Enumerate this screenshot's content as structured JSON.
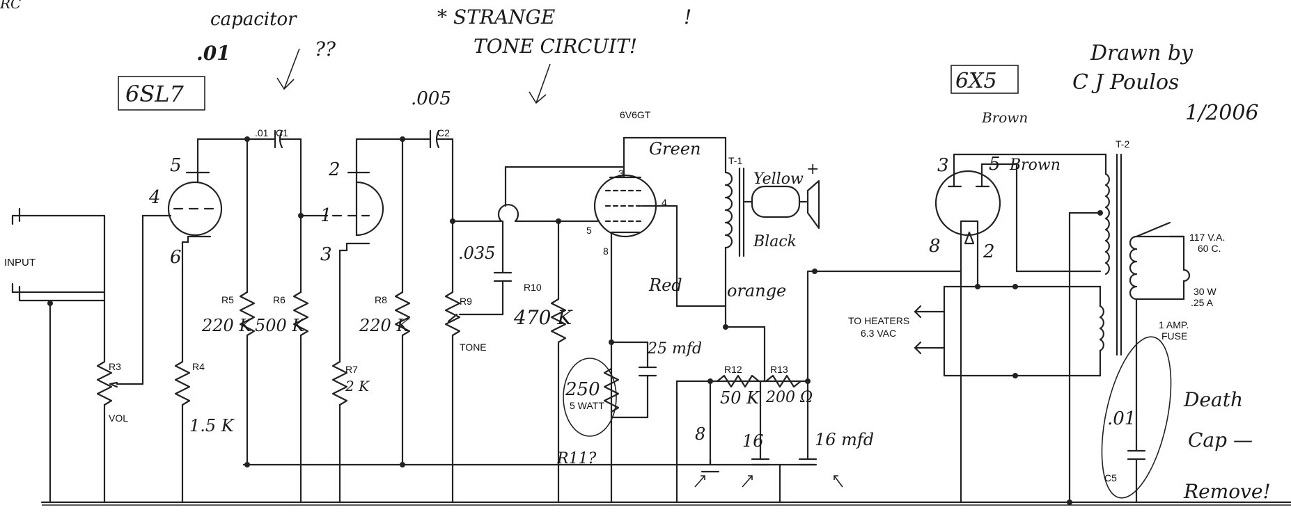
{
  "colors": {
    "ink": "#222222",
    "paper": "#ffffff"
  },
  "notes": {
    "corner": "RC",
    "capacitor_note": "capacitor",
    "cap_value": ".01",
    "question": "??",
    "strange_line1": "* STRANGE",
    "strange_line2": "TONE CIRCUIT!",
    "excl": "!",
    "tube1_box": "6SL7",
    "tube3_box": "6X5",
    "drawn1": "Drawn by",
    "drawn2": "C J Poulos",
    "drawn3": "1/2006",
    "c2_value": ".005",
    "brown_top": "Brown",
    "brown2": "Brown",
    "green": "Green",
    "yellow": "Yellow",
    "plus": "+",
    "black": "Black",
    "red": "Red",
    "orange": "orange",
    "death1": "Death",
    "death2": "Cap —",
    "death3": "Remove!",
    "c5_value": ".01"
  },
  "handwritten_values": {
    "pin5": "5",
    "pin4": "4",
    "pin6": "6",
    "pin2": "2",
    "pin1": "1",
    "pin3": "3",
    "pin3b": "3",
    "pin5b": "5",
    "pin8b": "8",
    "pin2b": "2",
    "r5": "220 K",
    "r6": "500 K",
    "r8": "220 K",
    "r7": "2 K",
    "r4": "1.5 K",
    "r10": "470 K",
    "c_tone": ".035",
    "r11_val": "250",
    "r11_watt": "5 WATT",
    "r11_lbl": "R11?",
    "c25": "25 mfd",
    "r12": "50 K",
    "r13": "200 Ω",
    "c8": "8",
    "c16": "16",
    "c16b": "16 mfd"
  },
  "printed_labels": {
    "input": "INPUT",
    "r3": "R3",
    "vol": "VOL",
    "r4": "R4",
    "r5": "R5",
    "r6": "R6",
    "r7": "R7",
    "r8": "R8",
    "r9": "R9",
    "tone": "TONE",
    "r10": "R10",
    "c1_val": ".01",
    "c1": "C1",
    "c2": "C2",
    "tube2": "6V6GT",
    "pin3": "3",
    "pin4": "4",
    "pin5": "5",
    "pin8": "8",
    "t1": "T-1",
    "t2": "T-2",
    "r12": "R12",
    "r13": "R13",
    "heaters1": "TO HEATERS",
    "heaters2": "6.3 VAC",
    "mains1": "117 V.A.",
    "mains2": "60 C.",
    "power1": "30 W",
    "power2": ".25 A",
    "fuse1": "1 AMP.",
    "fuse2": "FUSE",
    "c5": "C5"
  }
}
